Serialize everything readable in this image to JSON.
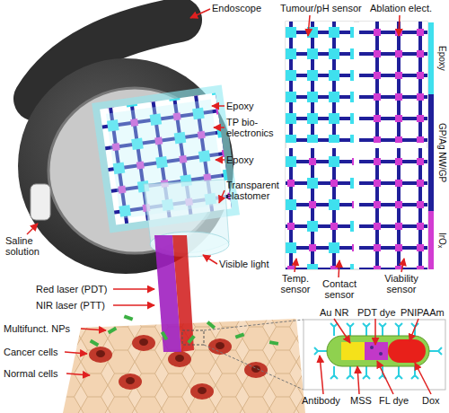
{
  "diagram": {
    "labels": [
      "Endoscope",
      "Tumour/pH sensor",
      "Ablation elect.",
      "Epoxy",
      "TP bio-electronics",
      "Epoxy",
      "Transparent elastomer",
      "Temp. sensor",
      "Contact sensor",
      "Viability sensor",
      "Saline solution",
      "Visible light",
      "Red laser (PDT)",
      "NIR laser (PTT)",
      "Multifunct. NPs",
      "Cancer cells",
      "Normal cells",
      "Au NR",
      "PDT dye",
      "PNIPAAm",
      "Antibody",
      "MSS",
      "FL dye",
      "Dox"
    ],
    "legend": [
      {
        "text": "Epoxy",
        "color": "#3fe0ee"
      },
      {
        "text": "GP/Ag NW/GP",
        "color": "#1f1f9a"
      },
      {
        "text": "IrOₓ",
        "color": "#d23cd2"
      }
    ]
  }
}
